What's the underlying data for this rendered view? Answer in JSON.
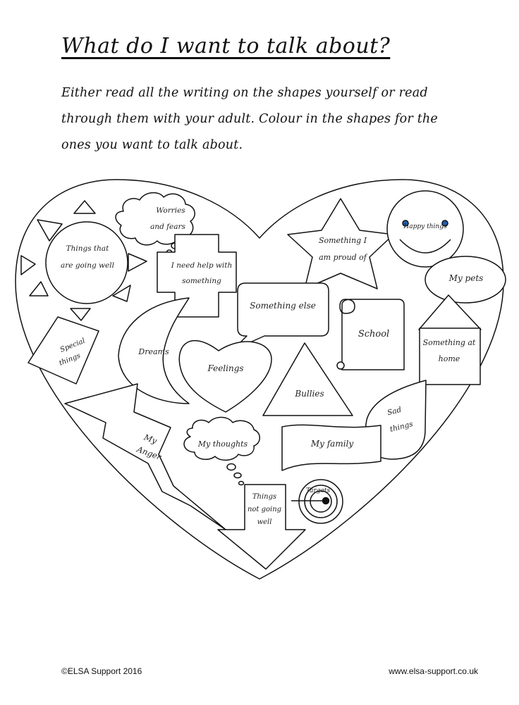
{
  "title": "What do I want to talk about?",
  "instructions": "Either read all the writing on the shapes yourself or read through them with your adult. Colour in the shapes for the ones you want to talk about.",
  "shapes": {
    "worries": [
      "Worries",
      "and fears"
    ],
    "going_well": [
      "Things that",
      "are going well"
    ],
    "need_help": [
      "I need help with",
      "something"
    ],
    "proud": [
      "Something I",
      "am proud of"
    ],
    "happy": "Happy things",
    "pets": "My pets",
    "something_else": "Something else",
    "school": "School",
    "home": [
      "Something at",
      "home"
    ],
    "special": [
      "Special",
      "things"
    ],
    "dreams": "Dreams",
    "feelings": "Feelings",
    "bullies": "Bullies",
    "sad": [
      "Sad",
      "things"
    ],
    "anger": [
      "My",
      "Anger"
    ],
    "thoughts": "My thoughts",
    "family": "My family",
    "targets": "Targets",
    "not_going_well": [
      "Things",
      "not going",
      "well"
    ]
  },
  "footer": {
    "copyright": "©ELSA Support 2016",
    "website": "www.elsa-support.co.uk"
  },
  "colors": {
    "ink": "#111111",
    "eye": "#1f5fb0"
  }
}
